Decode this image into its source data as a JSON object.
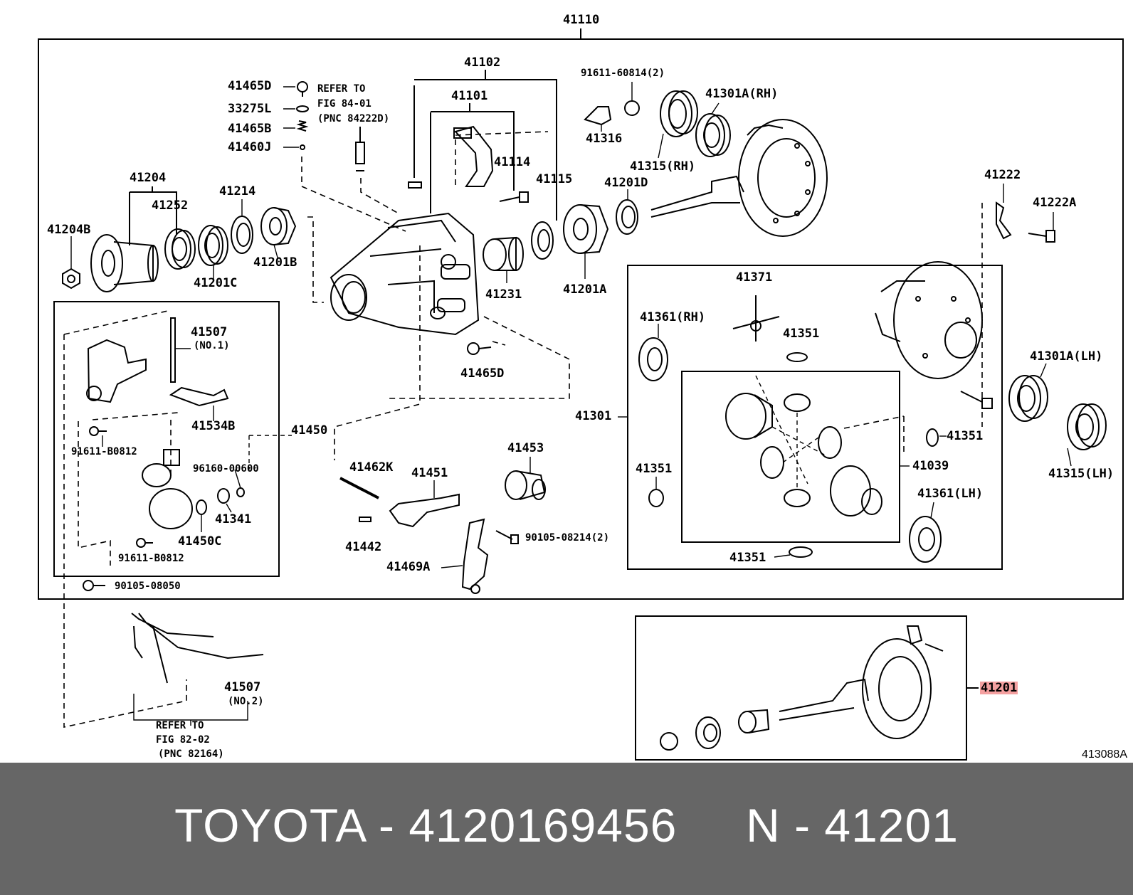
{
  "diagram": {
    "figure_id": "413088A",
    "labels": {
      "l41110": "41110",
      "l41102": "41102",
      "l41101": "41101",
      "l41465D_top": "41465D",
      "l33275L": "33275L",
      "l41465B": "41465B",
      "l41460J": "41460J",
      "refer_84_1": "REFER TO",
      "refer_84_2": "FIG 84-01",
      "refer_84_3": "(PNC 84222D)",
      "l91611_60814": "91611-60814(2)",
      "l41316": "41316",
      "l41301A_RH": "41301A(RH)",
      "l41315_RH": "41315(RH)",
      "l41114": "41114",
      "l41115": "41115",
      "l41201D": "41201D",
      "l41204": "41204",
      "l41252": "41252",
      "l41214": "41214",
      "l41204B": "41204B",
      "l41201C": "41201C",
      "l41201B": "41201B",
      "l41231": "41231",
      "l41201A": "41201A",
      "l41222": "41222",
      "l41222A": "41222A",
      "l41507_1": "41507",
      "l41507_1_sub": "(NO.1)",
      "l41534B": "41534B",
      "l41450": "41450",
      "l91611_B0812_a": "91611-B0812",
      "l96160_00600": "96160-00600",
      "l41341": "41341",
      "l41450C": "41450C",
      "l91611_B0812_b": "91611-B0812",
      "l90105_08050": "90105-08050",
      "l41465D_mid": "41465D",
      "l41462K": "41462K",
      "l41451": "41451",
      "l41453": "41453",
      "l41442": "41442",
      "l90105_08214": "90105-08214(2)",
      "l41469A": "41469A",
      "l41371": "41371",
      "l41361_RH": "41361(RH)",
      "l41351_a": "41351",
      "l41301": "41301",
      "l41351_b": "41351",
      "l41039": "41039",
      "l41351_c": "41351",
      "l41361_LH": "41361(LH)",
      "l41351_d": "41351",
      "l41301A_LH": "41301A(LH)",
      "l41315_LH": "41315(LH)",
      "l41507_2": "41507",
      "l41507_2_sub": "(NO.2)",
      "refer_82_1": "REFER TO",
      "refer_82_2": "FIG 82-02",
      "refer_82_3": "(PNC 82164)",
      "l41201_highlight": "41201"
    },
    "highlight_color": "#f4a0a0"
  },
  "footer": {
    "text": "TOYOTA - 4120169456     N - 41201",
    "background": "#666666",
    "text_color": "#ffffff"
  }
}
